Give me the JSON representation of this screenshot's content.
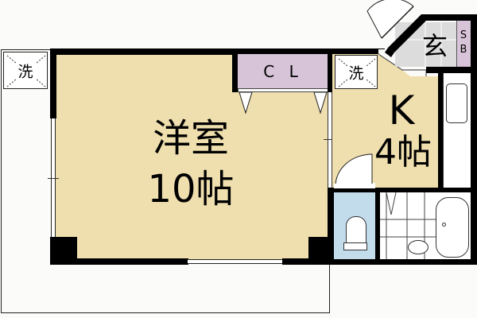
{
  "floorplan": {
    "main_room": {
      "type": "洋室",
      "size": "10帖"
    },
    "kitchen": {
      "letter": "K",
      "size": "4帖"
    },
    "closet": {
      "label": "C L"
    },
    "entrance": {
      "label": "玄"
    },
    "shoe_box": {
      "line1": "S",
      "line2": "B"
    },
    "washer_spaces": [
      {
        "label": "洗"
      },
      {
        "label": "洗"
      }
    ]
  },
  "colors": {
    "room_fill": "#efdfae",
    "closet_fill": "#d8c4d8",
    "entrance_fill": "#dcdcdc",
    "toilet_fill": "#c3dcec",
    "wall": "#000000",
    "background": "#fbfbfa"
  }
}
